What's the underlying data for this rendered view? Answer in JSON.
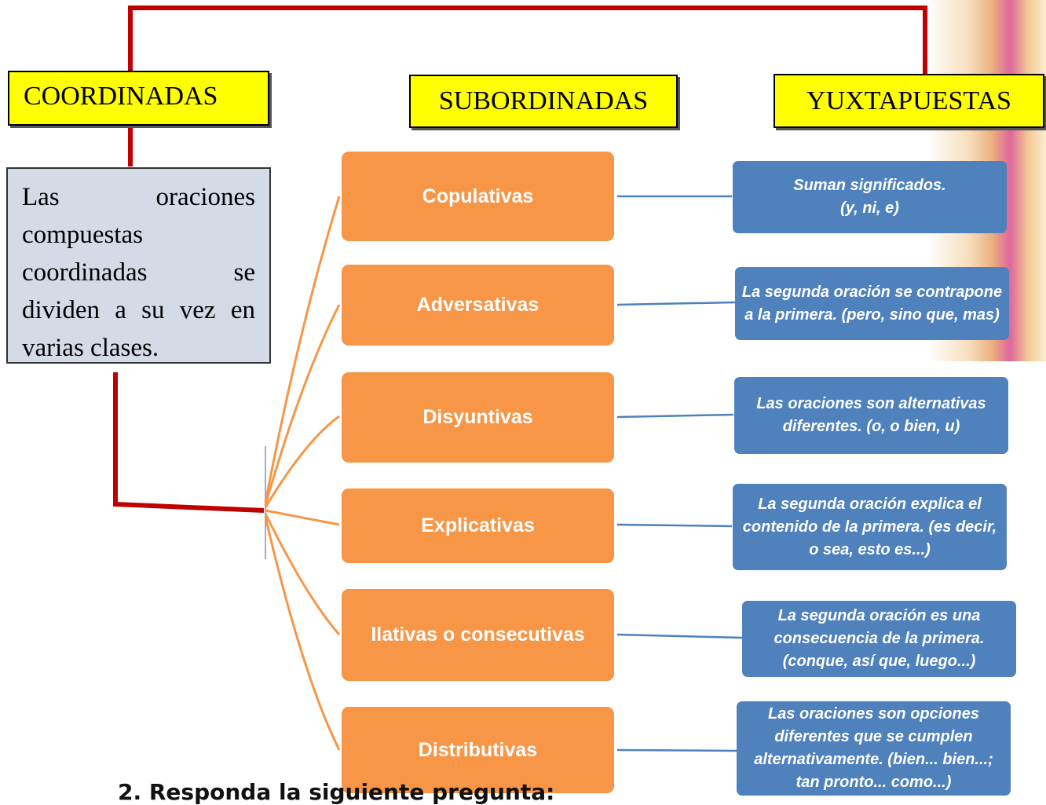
{
  "headers": {
    "coordinadas": "COORDINADAS",
    "subordinadas": "SUBORDINADAS",
    "yuxtapuestas": "YUXTAPUESTAS"
  },
  "definition": "Las oraciones compuestas coordinadas se dividen a su vez en varias clases.",
  "types": [
    {
      "label": "Copulativas",
      "description": "Suman significados.\n(y, ni, e)"
    },
    {
      "label": "Adversativas",
      "description": "La segunda oración se contrapone a la primera. (pero, sino que, mas)"
    },
    {
      "label": "Disyuntivas",
      "description": "Las oraciones son alternativas diferentes. (o, o bien, u)"
    },
    {
      "label": "Explicativas",
      "description": "La segunda oración explica el contenido de la primera. (es decir, o sea, esto es...)"
    },
    {
      "label": "Ilativas o consecutivas",
      "description": "La segunda oración es una consecuencia de la primera. (conque, así que, luego...)"
    },
    {
      "label": "Distributivas",
      "description": "Las oraciones son opciones diferentes que se cumplen alternativamente. (bien... bien...; tan pronto... como...)"
    }
  ],
  "footer": "2.  Responda la siguiente pregunta:",
  "colors": {
    "header_bg": "#ffff00",
    "connector_red": "#c00000",
    "branch_orange": "#f79646",
    "type_box": "#f79646",
    "desc_box": "#4f81bd",
    "definition_bg": "#d4dae6"
  }
}
